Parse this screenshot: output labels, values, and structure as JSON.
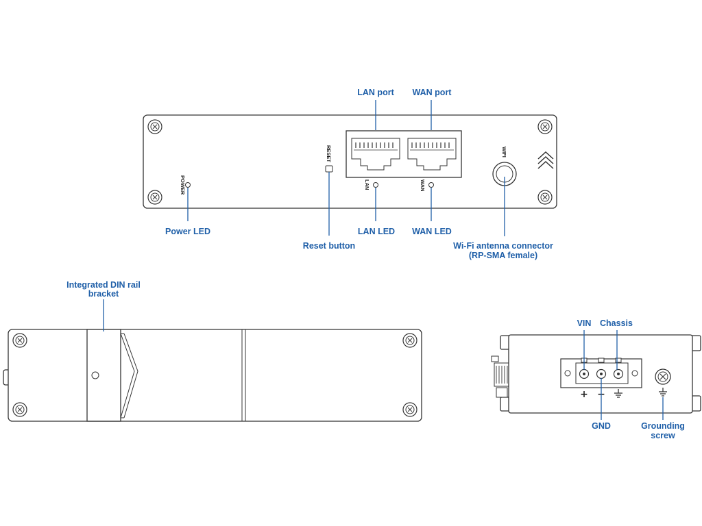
{
  "front_view": {
    "device_labels": {
      "power": "POWER",
      "reset": "RESET",
      "lan": "LAN",
      "wan": "WAN",
      "wifi": "WIFI"
    },
    "callouts": {
      "lan_port": "LAN port",
      "wan_port": "WAN port",
      "power_led": "Power LED",
      "lan_led": "LAN LED",
      "wan_led": "WAN LED",
      "reset_button": "Reset button",
      "wifi_connector_line1": "Wi-Fi antenna connector",
      "wifi_connector_line2": "(RP-SMA female)"
    }
  },
  "top_view": {
    "callouts": {
      "din_rail_line1": "Integrated DIN rail",
      "din_rail_line2": "bracket"
    }
  },
  "side_view": {
    "callouts": {
      "vin": "VIN",
      "chassis": "Chassis",
      "gnd": "GND",
      "grounding_line1": "Grounding",
      "grounding_line2": "screw"
    },
    "symbols": {
      "plus": "+",
      "minus": "−"
    }
  },
  "colors": {
    "callout_text": "#1f5fa8",
    "outline": "#333333"
  }
}
